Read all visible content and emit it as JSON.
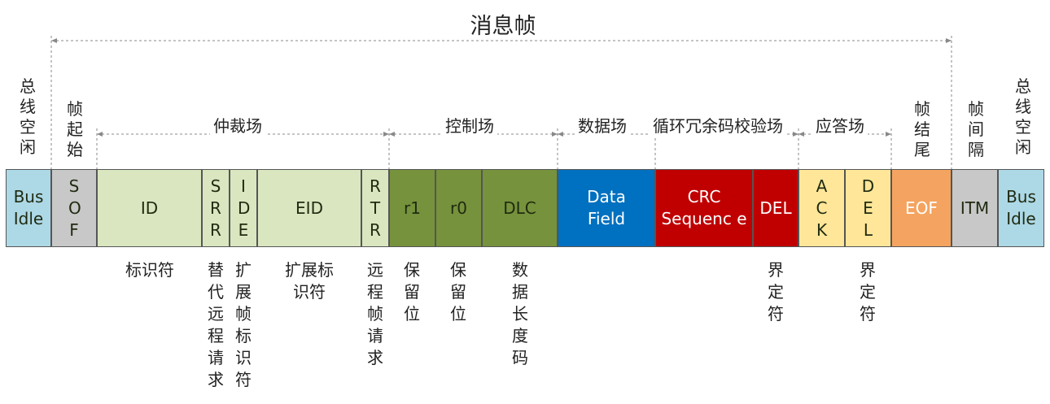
{
  "title": "消息帧",
  "groups": {
    "arbitration": "仲裁场",
    "control": "控制场",
    "data": "数据场",
    "crc": "循环冗余码校验场",
    "ack": "应答场"
  },
  "side_labels": {
    "bus_idle_left": "总线空闲",
    "sof": "帧起始",
    "eof": "帧结尾",
    "itm": "帧间隔",
    "bus_idle_right": "总线空闲"
  },
  "fields": [
    {
      "id": "bus-idle-left",
      "text": "Bus Idle",
      "color": "#add8e6"
    },
    {
      "id": "sof",
      "text": "S O F",
      "color": "#c8c8c8"
    },
    {
      "id": "id",
      "text": "ID",
      "color": "#d9e6c0"
    },
    {
      "id": "srr",
      "text": "S R R",
      "color": "#d9e6c0"
    },
    {
      "id": "ide",
      "text": "I D E",
      "color": "#d9e6c0"
    },
    {
      "id": "eid",
      "text": "EID",
      "color": "#d9e6c0"
    },
    {
      "id": "rtr",
      "text": "R T R",
      "color": "#d9e6c0"
    },
    {
      "id": "r1",
      "text": "r1",
      "color": "#76923c"
    },
    {
      "id": "r0",
      "text": "r0",
      "color": "#76923c"
    },
    {
      "id": "dlc",
      "text": "DLC",
      "color": "#76923c"
    },
    {
      "id": "data-field",
      "text": "Data Field",
      "color": "#0070c0"
    },
    {
      "id": "crc-sequence",
      "text": "CRC Sequenc e",
      "color": "#c00000"
    },
    {
      "id": "crc-del",
      "text": "DEL",
      "color": "#c00000"
    },
    {
      "id": "ack",
      "text": "A C K",
      "color": "#ffe699"
    },
    {
      "id": "ack-del",
      "text": "D E L",
      "color": "#ffe699"
    },
    {
      "id": "eof",
      "text": "EOF",
      "color": "#f4a460"
    },
    {
      "id": "itm",
      "text": "ITM",
      "color": "#c8c8c8"
    },
    {
      "id": "bus-idle-right",
      "text": "Bus Idle",
      "color": "#add8e6"
    }
  ],
  "descriptions": {
    "id": "标识符",
    "srr": "替代远程请求",
    "ide": "扩展帧标识符",
    "eid": "扩展标识符",
    "rtr": "远程帧请求",
    "r1": "保留位",
    "r0": "保留位",
    "dlc": "数据长度码",
    "crc_del": "界定符",
    "ack_del": "界定符"
  }
}
